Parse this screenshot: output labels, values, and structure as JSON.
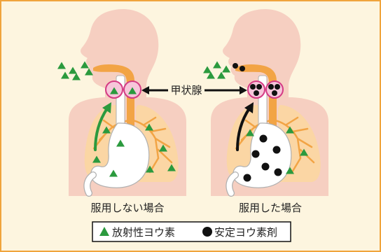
{
  "figure": {
    "thyroid_label": "甲状腺",
    "left_caption": "服用しない場合",
    "right_caption": "服用した場合"
  },
  "legend": {
    "radioactive_iodine": {
      "label": "放射性ヨウ素",
      "symbol": "triangle",
      "color": "#2b9a3e"
    },
    "stable_iodine": {
      "label": "安定ヨウ素剤",
      "symbol": "circle",
      "color": "#111111"
    }
  },
  "colors": {
    "background": "#fdf5df",
    "border": "#f0a43c",
    "skin": "#f6cfc1",
    "lung": "#fbd6a4",
    "airway": "#f2a445",
    "thyroid_outline": "#d43b84",
    "thyroid_fill": "#f7c6da",
    "arrow_without_tablet": "#2b9a3e",
    "arrow_with_tablet": "#111111"
  }
}
